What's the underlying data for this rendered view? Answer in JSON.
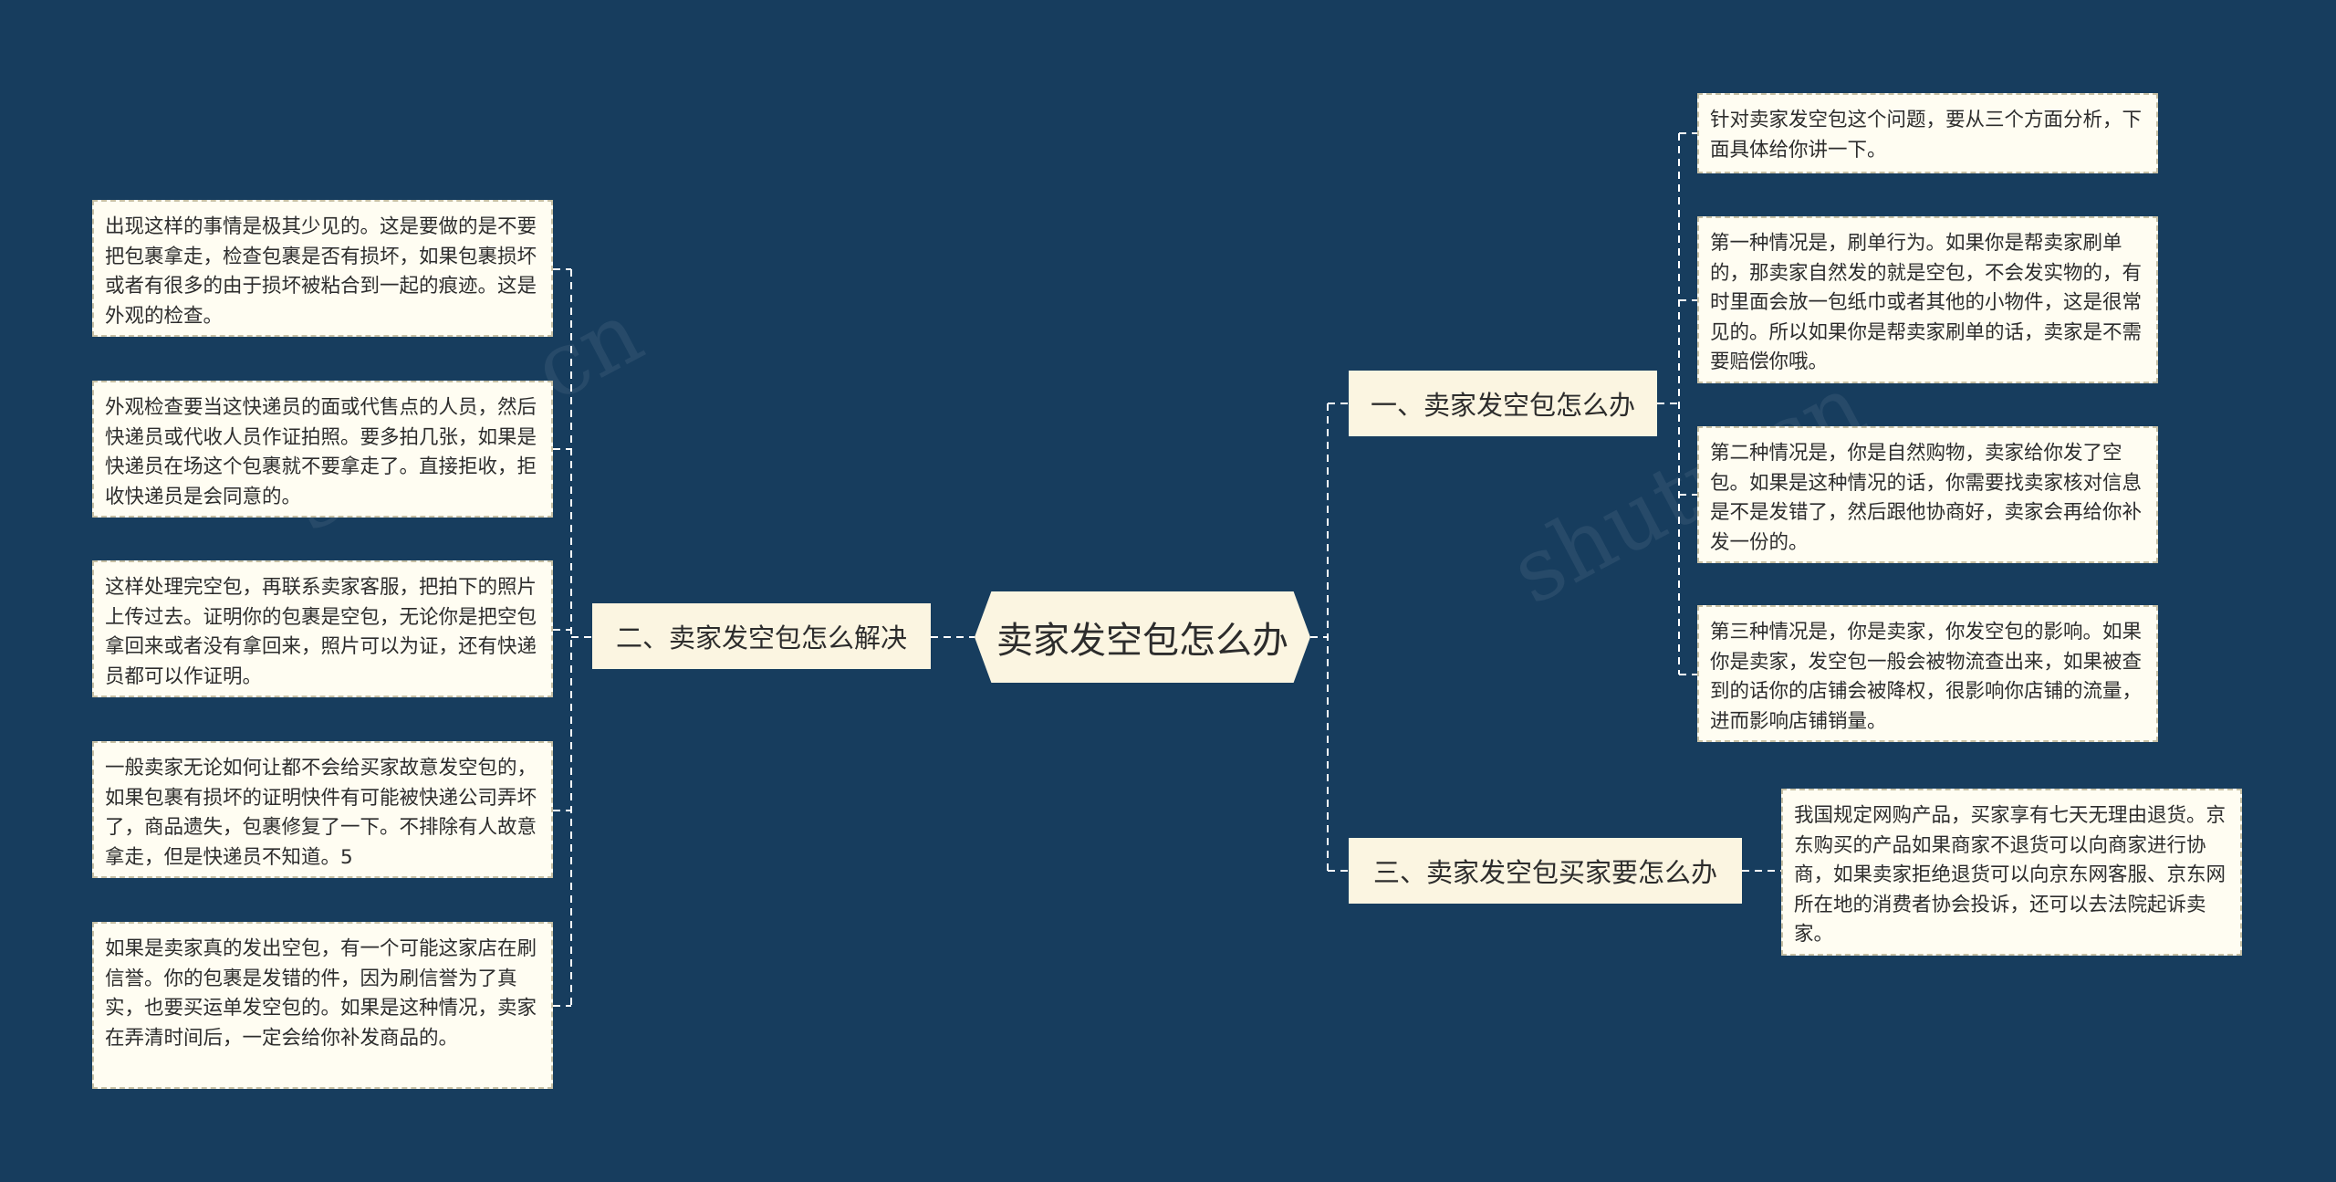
{
  "root": {
    "label": "卖家发空包怎么办"
  },
  "branches": [
    {
      "label": "一、卖家发空包怎么办",
      "children": [
        "针对卖家发空包这个问题，要从三个方面分析，下面具体给你讲一下。",
        "第一种情况是，刷单行为。如果你是帮卖家刷单的，那卖家自然发的就是空包，不会发实物的，有时里面会放一包纸巾或者其他的小物件，这是很常见的。所以如果你是帮卖家刷单的话，卖家是不需要赔偿你哦。",
        "第二种情况是，你是自然购物，卖家给你发了空包。如果是这种情况的话，你需要找卖家核对信息是不是发错了，然后跟他协商好，卖家会再给你补发一份的。",
        "第三种情况是，你是卖家，你发空包的影响。如果你是卖家，发空包一般会被物流查出来，如果被查到的话你的店铺会被降权，很影响你店铺的流量，进而影响店铺销量。"
      ]
    },
    {
      "label": "二、卖家发空包怎么解决",
      "children": [
        "出现这样的事情是极其少见的。这是要做的是不要把包裹拿走，检查包裹是否有损坏，如果包裹损坏或者有很多的由于损坏被粘合到一起的痕迹。这是外观的检查。",
        "外观检查要当这快递员的面或代售点的人员，然后快递员或代收人员作证拍照。要多拍几张，如果是快递员在场这个包裹就不要拿走了。直接拒收，拒收快递员是会同意的。",
        "这样处理完空包，再联系卖家客服，把拍下的照片上传过去。证明你的包裹是空包，无论你是把空包拿回来或者没有拿回来，照片可以为证，还有快递员都可以作证明。",
        "一般卖家无论如何让都不会给买家故意发空包的，如果包裹有损坏的证明快件有可能被快递公司弄坏了，商品遗失，包裹修复了一下。不排除有人故意拿走，但是快递员不知道。5",
        "如果是卖家真的发出空包，有一个可能这家店在刷信誉。你的包裹是发错的件，因为刷信誉为了真实，也要买运单发空包的。如果是这种情况，卖家在弄清时间后，一定会给你补发商品的。"
      ]
    },
    {
      "label": "三、卖家发空包买家要怎么办",
      "children": [
        "我国规定网购产品，买家享有七天无理由退货。京东购买的产品如果商家不退货可以向商家进行协商，如果卖家拒绝退货可以向京东网客服、京东网所在地的消费者协会投诉，还可以去法院起诉卖家。"
      ]
    }
  ],
  "watermark": "shutu.cn",
  "colors": {
    "background": "#173d5e",
    "node_fill": "#fbf5e1",
    "leaf_fill": "#fffdf2",
    "leaf_border": "#c7c0a4",
    "connector": "#ffffff"
  }
}
